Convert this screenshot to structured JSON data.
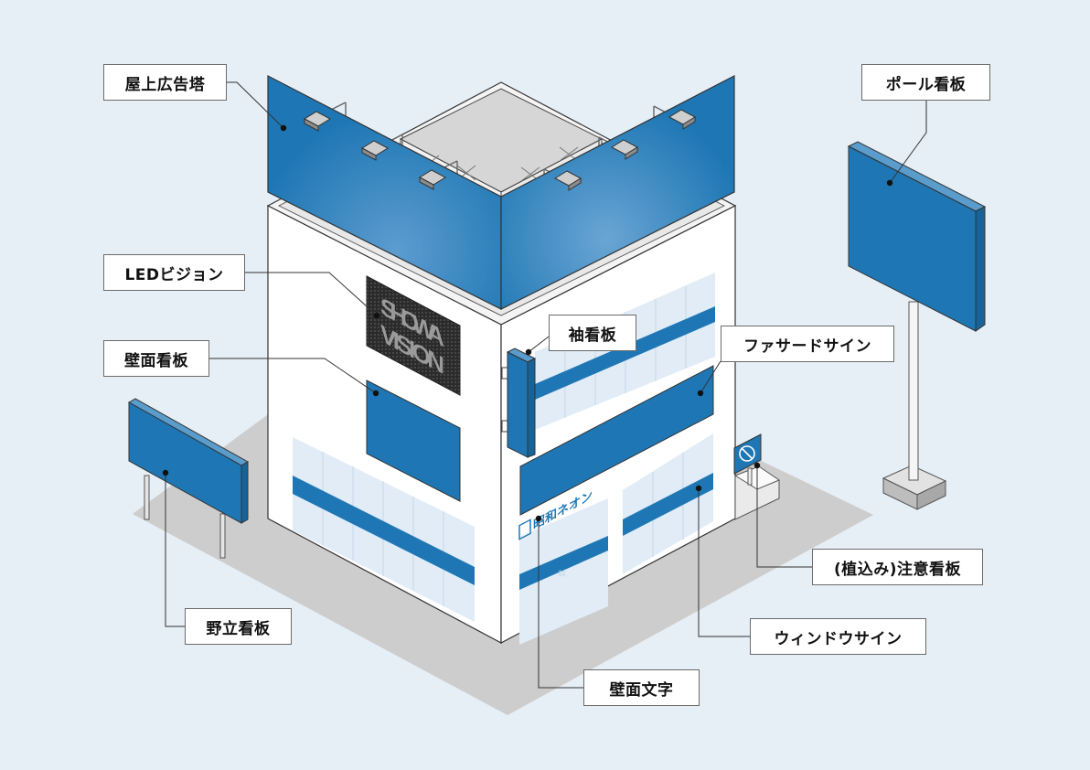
{
  "colors": {
    "background": "#e6eef6",
    "sign_blue": "#1e77b4",
    "sign_dark": "#16639a",
    "shadow": "#cdcdcd",
    "window_blue": "#e1ecf6",
    "led_screen": "#2a2a2a"
  },
  "led_screen_text": {
    "line1": "SHOWA",
    "line2": "VISION"
  },
  "wall_letters_text": "昭和ネオン",
  "labels": {
    "rooftop_billboard": "屋上広告塔",
    "led_vision": "LEDビジョン",
    "wall_sign": "壁面看板",
    "freestanding_sign": "野立看板",
    "pole_sign": "ポール看板",
    "projecting_sign": "袖看板",
    "facade_sign": "ファサードサイン",
    "caution_sign": "(植込み)注意看板",
    "window_sign": "ウィンドウサイン",
    "wall_letters": "壁面文字"
  }
}
